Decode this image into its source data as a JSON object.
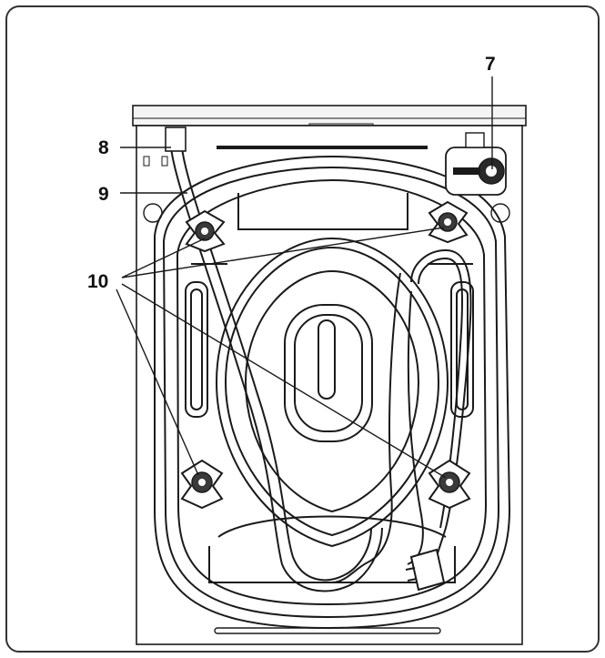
{
  "callouts": {
    "c7": "7",
    "c8": "8",
    "c9": "9",
    "c10": "10"
  },
  "colors": {
    "ink": "#1a1a1a",
    "panel_fill": "#f4f4f4",
    "frame_stroke": "#333333"
  },
  "icons": [
    "transport-bolt-icon",
    "drain-pump-filter-icon",
    "power-plug-icon"
  ]
}
